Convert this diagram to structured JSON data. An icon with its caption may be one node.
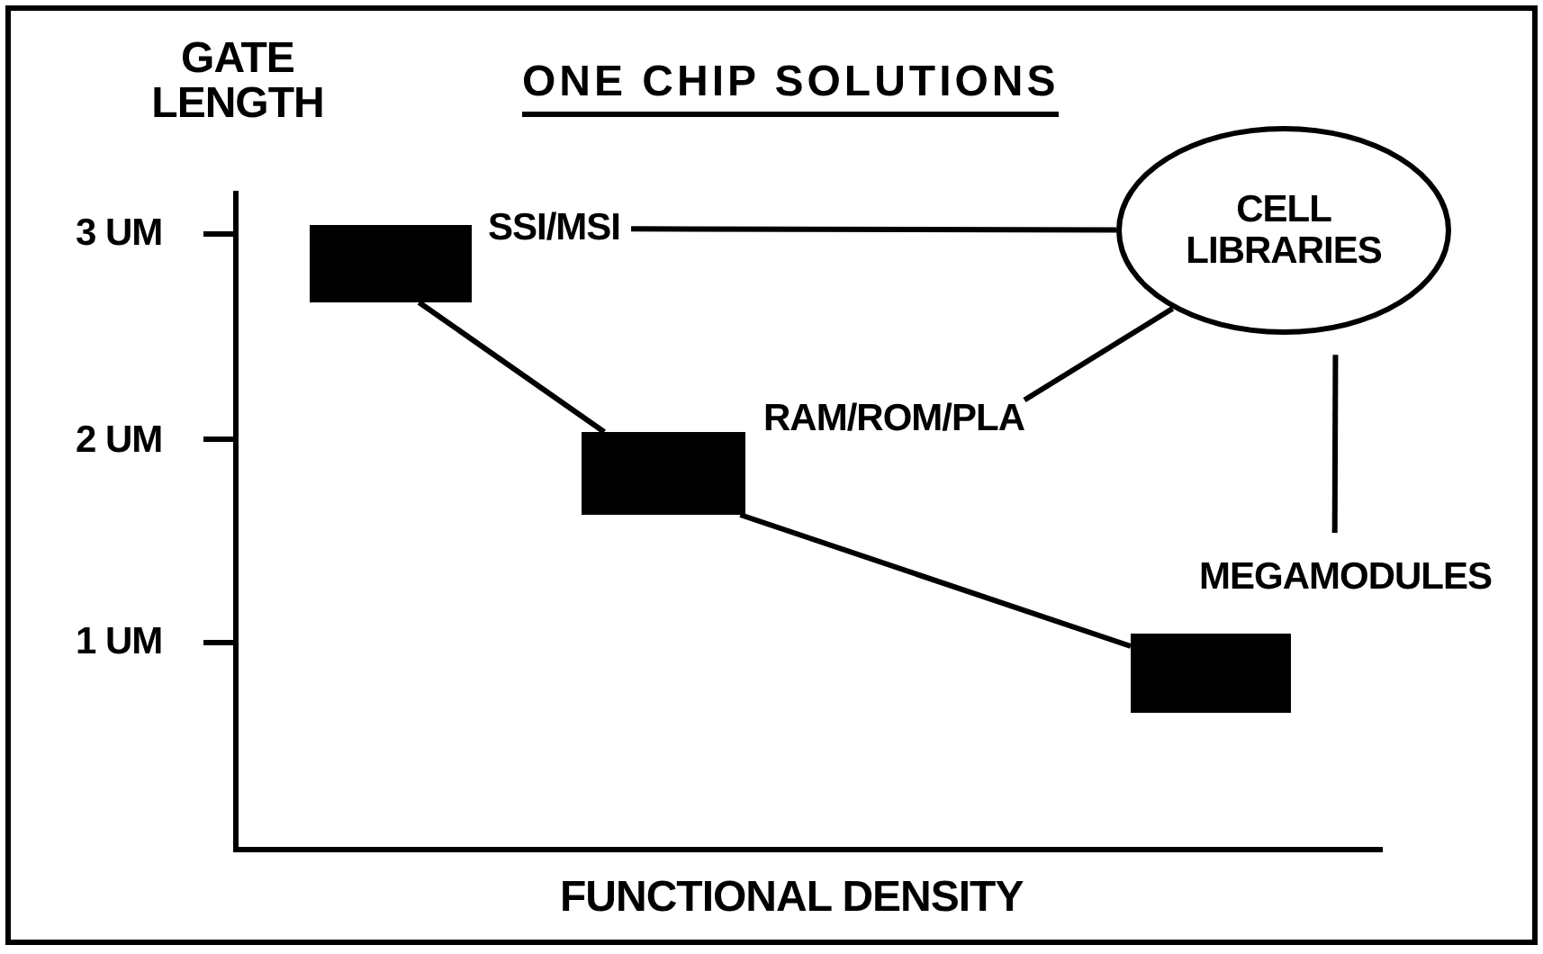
{
  "diagram": {
    "title": "ONE CHIP SOLUTIONS",
    "nodes": [
      {
        "text": [],
        "shape": "box"
      },
      {
        "text": [
          "SSI/MSI"
        ]
      },
      {
        "text": [],
        "shape": "box"
      },
      {
        "text": [
          "RAM/ROM/PLA"
        ]
      },
      {
        "text": [],
        "shape": "box"
      },
      {
        "text": [
          "MEGAMODULES"
        ]
      },
      {
        "text": [
          "CELL LIBRARIES"
        ]
      }
    ],
    "edges": [
      {
        "from": 0,
        "to": 2,
        "arrow": "none"
      },
      {
        "from": 2,
        "to": 4,
        "arrow": "none"
      },
      {
        "from": 1,
        "to": 6,
        "arrow": "none"
      },
      {
        "from": 3,
        "to": 6,
        "arrow": "none"
      },
      {
        "from": 5,
        "to": 6,
        "arrow": "none"
      }
    ],
    "labels": [
      "GATE LENGTH",
      "3 UM",
      "2 UM",
      "1 UM",
      "FUNCTIONAL DENSITY"
    ]
  }
}
